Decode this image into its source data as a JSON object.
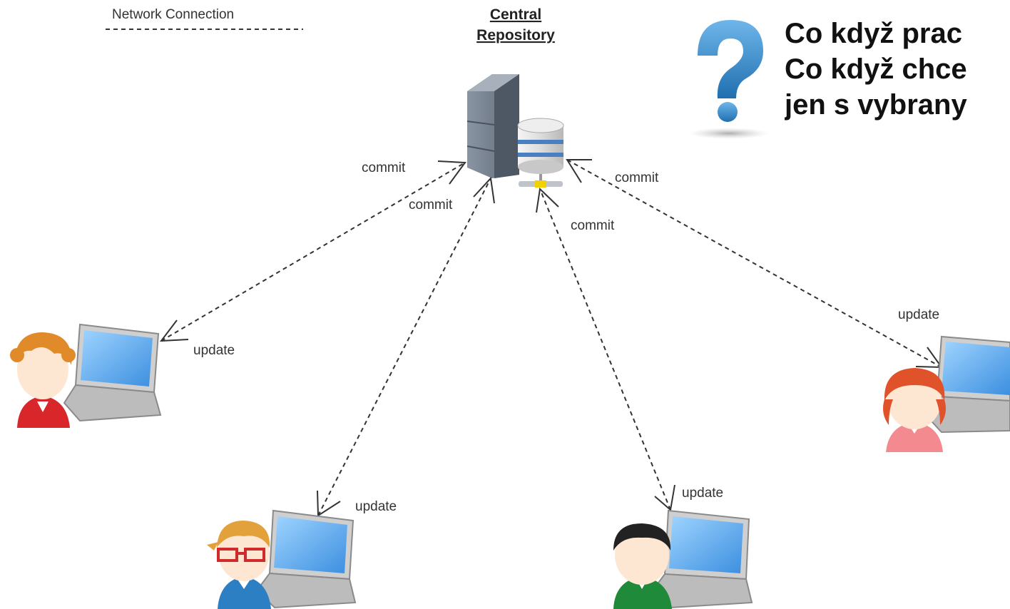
{
  "legend": {
    "label": "Network Connection"
  },
  "central_repository": {
    "title_line1": "Central",
    "title_line2": "Repository"
  },
  "question": {
    "lines": [
      "Co když prac",
      "Co když chce",
      "jen s vybrany"
    ]
  },
  "connections": [
    {
      "client": "left",
      "commit_label": "commit",
      "update_label": "update"
    },
    {
      "client": "bottom-left",
      "commit_label": "commit",
      "update_label": "update"
    },
    {
      "client": "bottom-right",
      "commit_label": "commit",
      "update_label": "update"
    },
    {
      "client": "right",
      "commit_label": "commit",
      "update_label": "update"
    }
  ],
  "colors": {
    "left_user_shirt": "#d9262b",
    "left_user_hair": "#e08a2a",
    "bottom_left_user_shirt": "#2d7fc4",
    "bottom_left_user_glasses": "#d12a2a",
    "bottom_right_user_shirt": "#1f8a3a",
    "bottom_right_user_hair": "#222222",
    "right_user_shirt": "#f28a8f",
    "right_user_hair": "#e0522a",
    "question_mark": "#3a8fd0"
  }
}
